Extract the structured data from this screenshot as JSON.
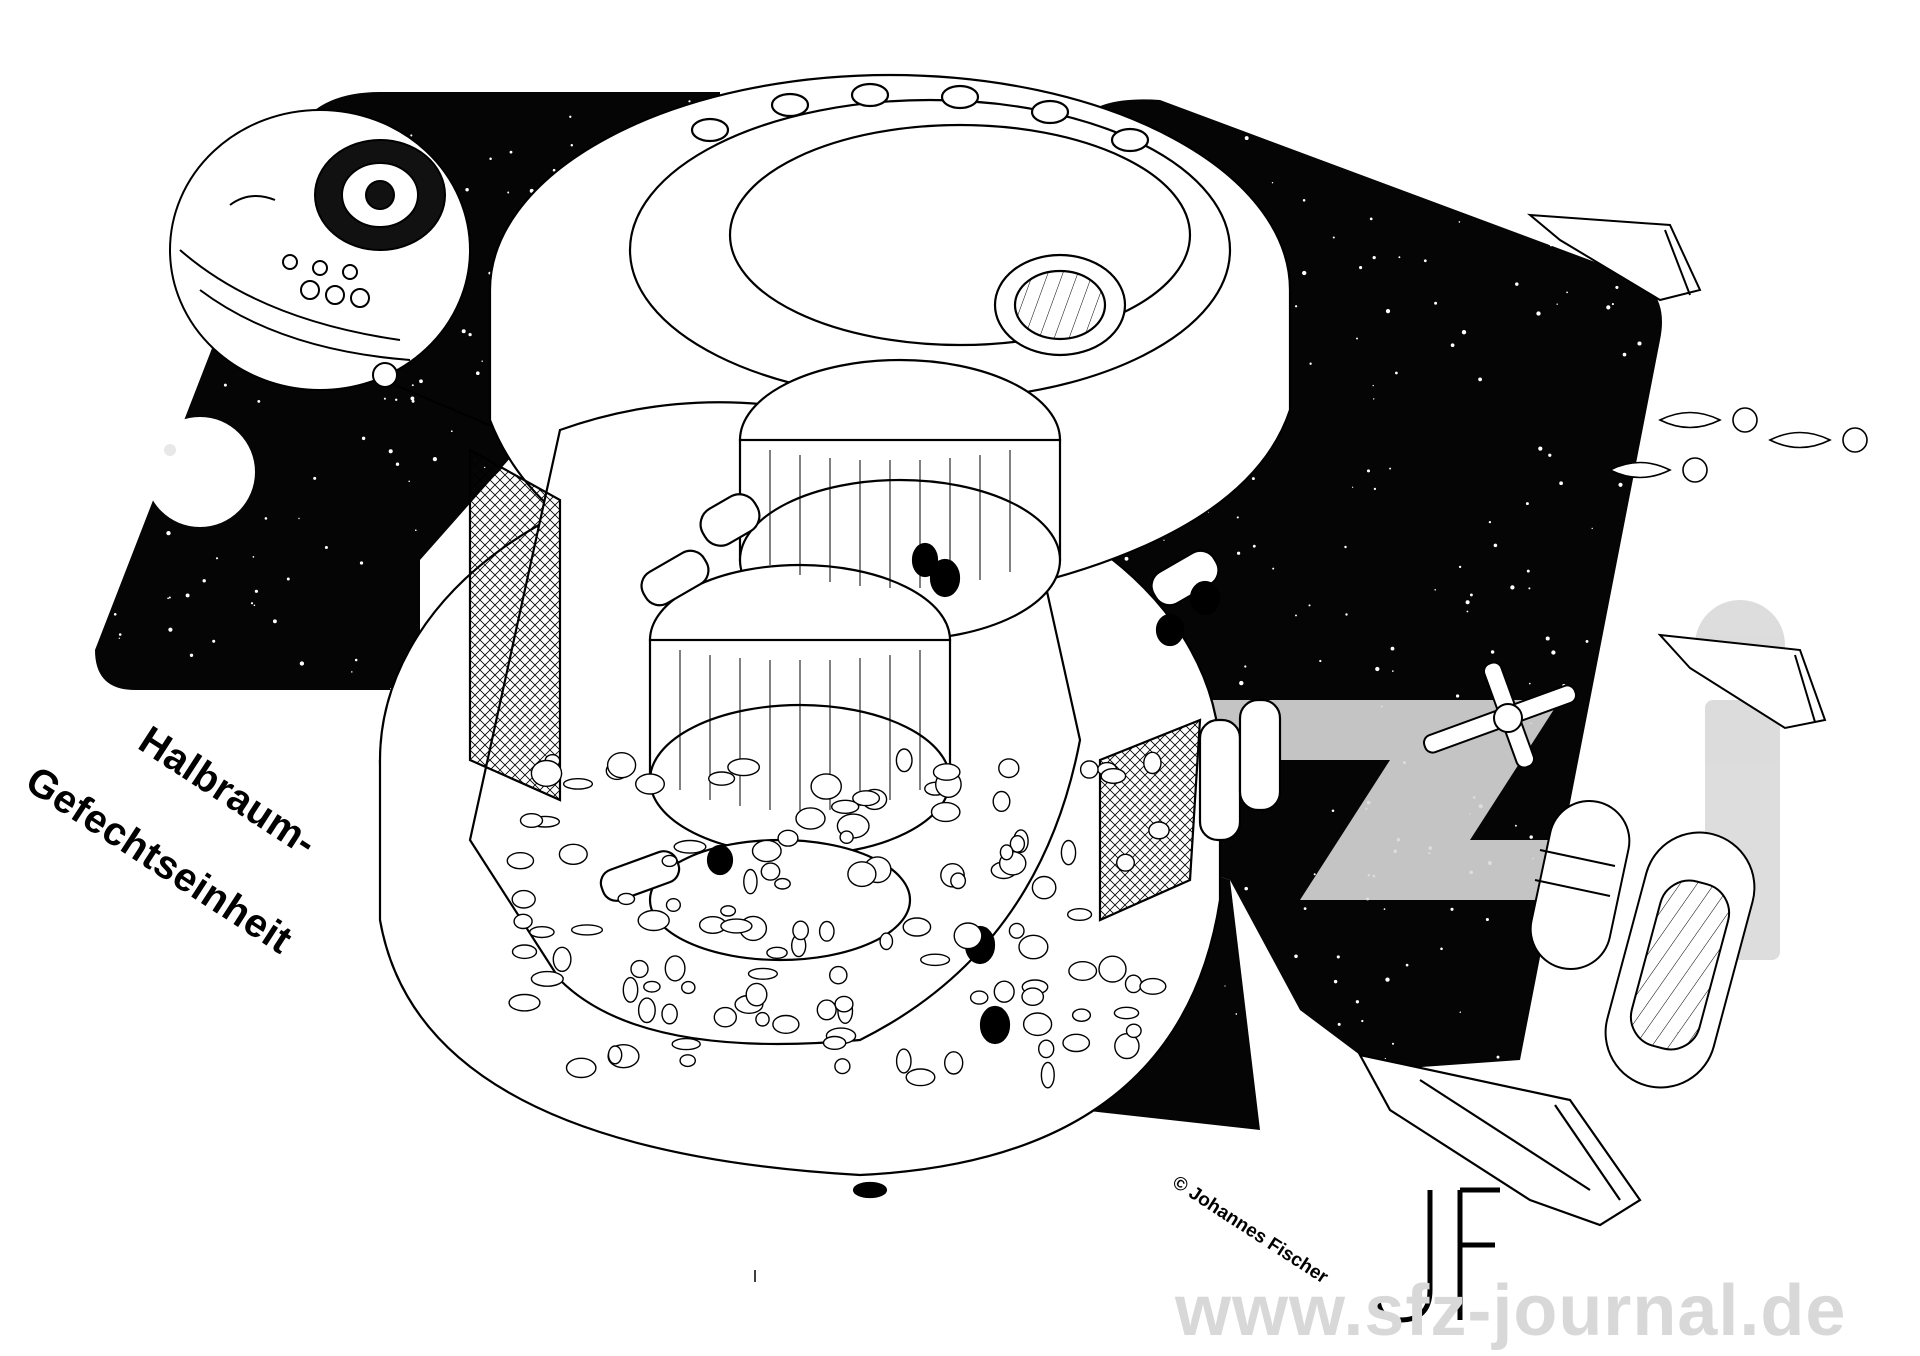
{
  "artwork": {
    "subject": "cutaway-drawing",
    "title_line_1": "Halbraum-",
    "title_line_2": "Gefechtseinheit",
    "credit": "© Johannes Fischer",
    "watermark_url": "www.sfz-journal.de",
    "signature_monogram": "JF",
    "colors": {
      "ink": "#000000",
      "paper": "#ffffff",
      "space": "#050505",
      "watermark": "#d8d8d8"
    }
  }
}
